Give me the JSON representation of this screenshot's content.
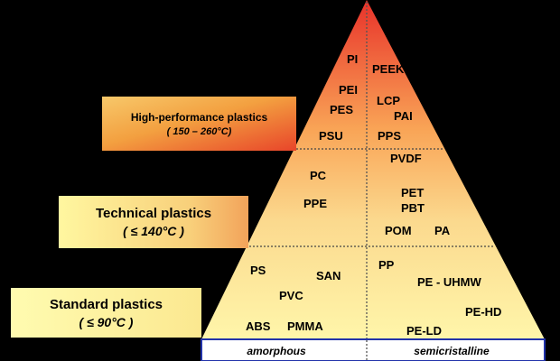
{
  "tiers": {
    "high_performance": {
      "title": "High-performance plastics",
      "range": "( 150 – 260°C)"
    },
    "technical": {
      "title": "Technical plastics",
      "range": "( ≤ 140°C )"
    },
    "standard": {
      "title": "Standard plastics",
      "range": "( ≤  90°C )"
    }
  },
  "axis": {
    "left": "amorphous",
    "right": "semicristalline"
  },
  "polymers": {
    "hp_amorphous": [
      "PI",
      "PEI",
      "PES",
      "PSU"
    ],
    "hp_semicrystalline": [
      "PEEK",
      "LCP",
      "PAI",
      "PPS"
    ],
    "tech_amorphous": [
      "PC",
      "PPE"
    ],
    "tech_semicrystalline": [
      "PVDF",
      "PET",
      "PBT",
      "POM",
      "PA"
    ],
    "std_amorphous": [
      "PS",
      "SAN",
      "PVC",
      "ABS",
      "PMMA"
    ],
    "std_semicrystalline": [
      "PP",
      "PE - UHMW",
      "PE-HD",
      "PE-LD"
    ]
  },
  "colors": {
    "apex": "#ea3a2a",
    "mid": "#f8c070",
    "base": "#fff7a8"
  }
}
